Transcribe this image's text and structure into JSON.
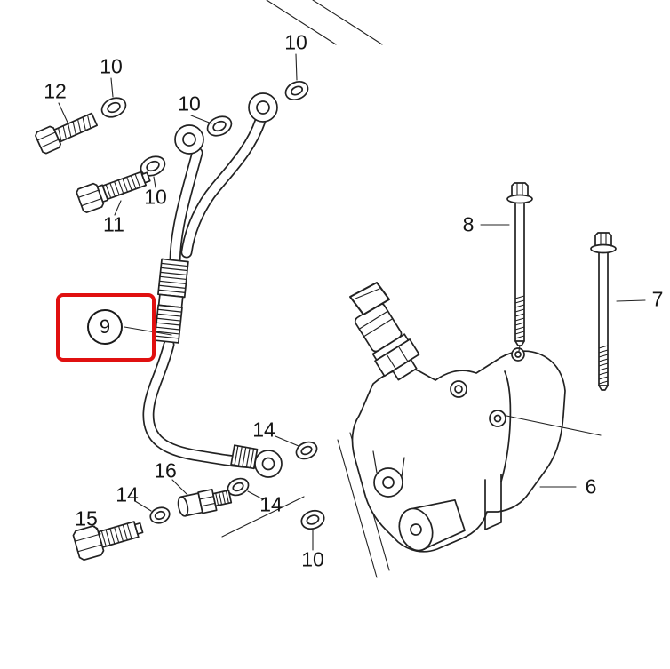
{
  "diagram": {
    "background_color": "#ffffff",
    "line_color": "#222222",
    "callouts": [
      {
        "label": "12"
      },
      {
        "label": "10"
      },
      {
        "label": "10"
      },
      {
        "label": "10"
      },
      {
        "label": "10"
      },
      {
        "label": "11"
      },
      {
        "label": "8"
      },
      {
        "label": "7"
      },
      {
        "label": "14"
      },
      {
        "label": "16"
      },
      {
        "label": "14"
      },
      {
        "label": "14"
      },
      {
        "label": "15"
      },
      {
        "label": "10"
      },
      {
        "label": "6"
      }
    ],
    "highlight": {
      "label": "9",
      "box_color": "#e01010",
      "circle_border_color": "#1a1a1a"
    }
  }
}
